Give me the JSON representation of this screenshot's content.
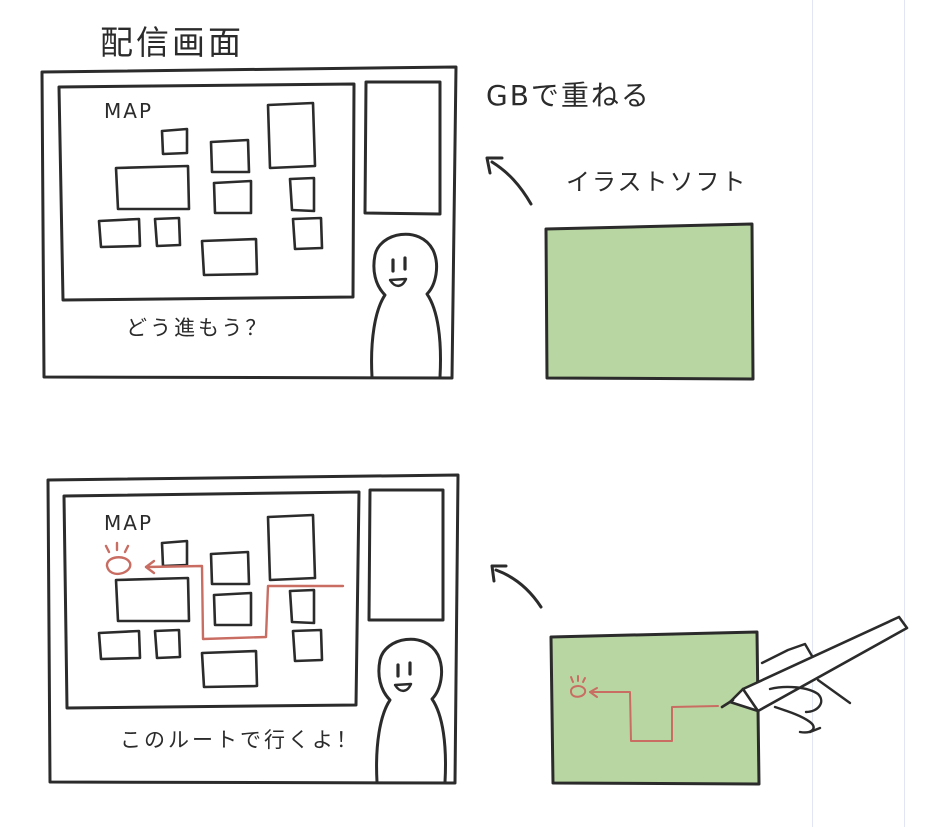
{
  "labels": {
    "title": "配信画面",
    "overlay_note": "GBで重ねる",
    "software_note": "イラストソフト",
    "map_top": "MAP",
    "map_bottom": "MAP",
    "caption_top": "どう進もう？",
    "caption_bottom": "このルートで行くよ！"
  },
  "colors": {
    "ink": "#2b2b2b",
    "tablet_green": "#b8d6a1",
    "route_red": "#c96d63",
    "margin_line": "#e2e6f4"
  }
}
